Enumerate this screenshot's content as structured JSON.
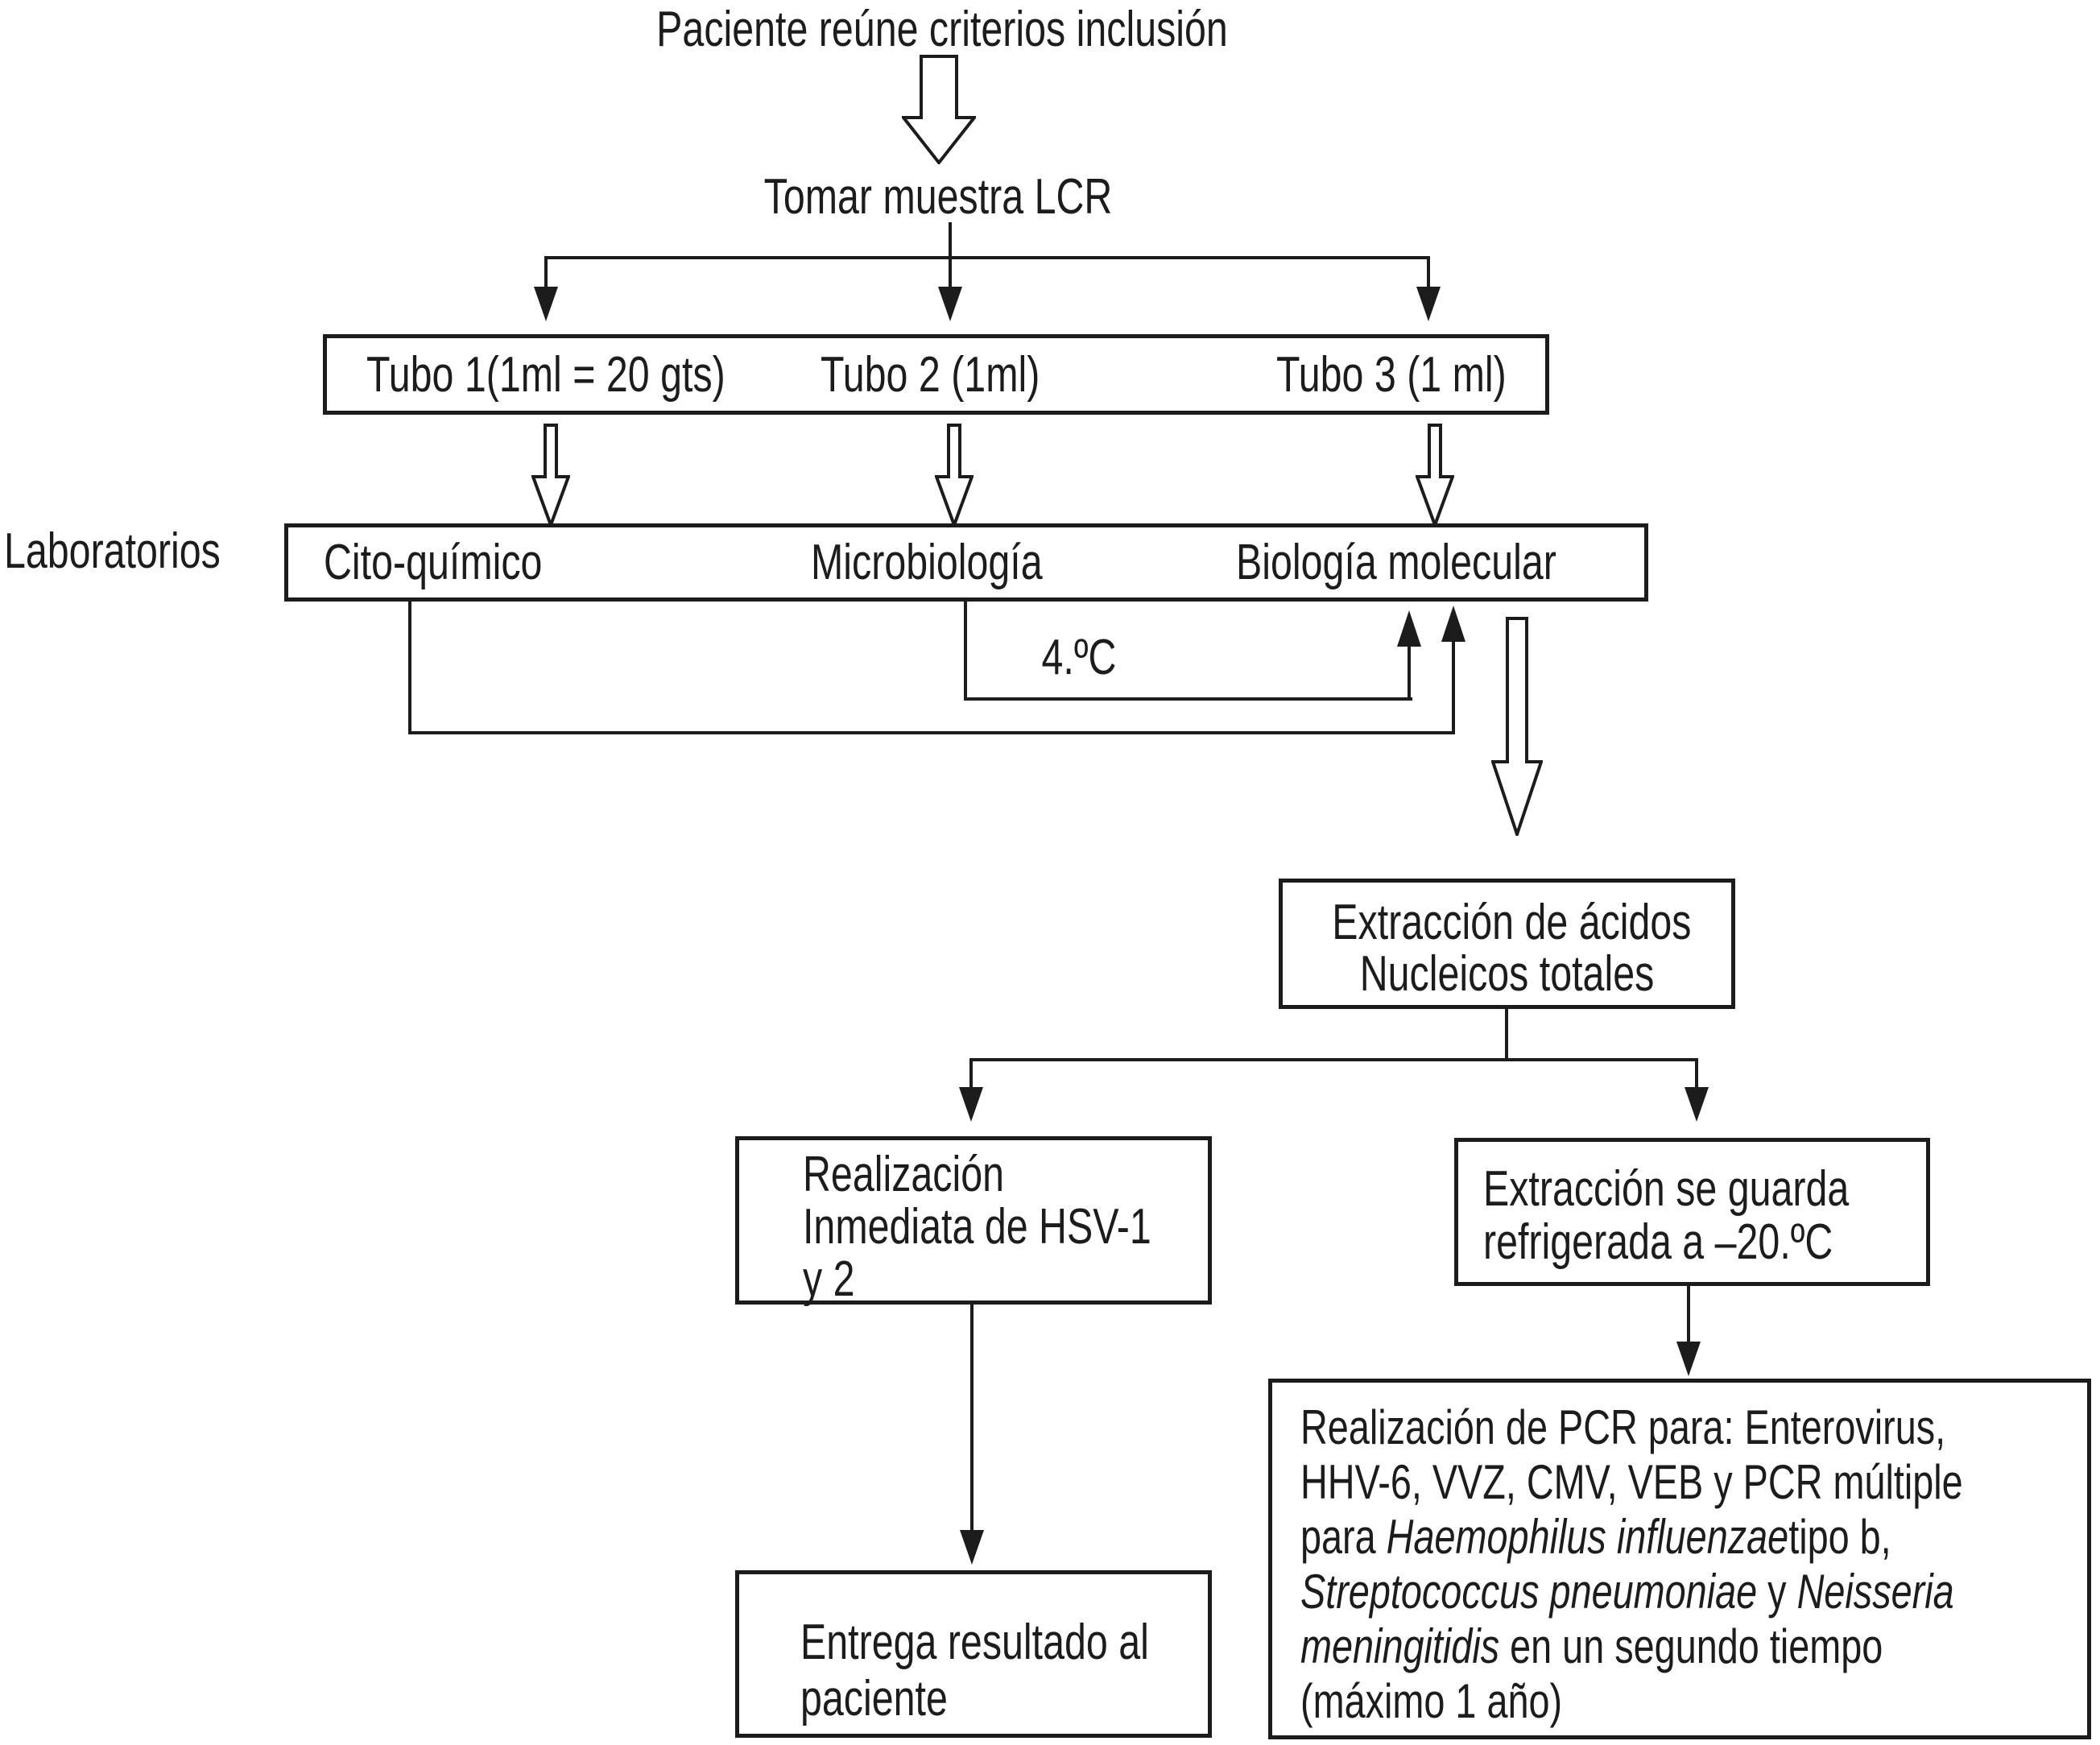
{
  "flowchart": {
    "title": "Paciente reúne criterios inclusión",
    "sample_step": "Tomar muestra LCR",
    "tubes_box": {
      "tube1": "Tubo 1(1ml = 20 gts)",
      "tube2": "Tubo 2 (1ml)",
      "tube3": "Tubo 3 (1 ml)"
    },
    "labs_row_label": "Laboratorios",
    "labs_box": {
      "lab1": "Cito-químico",
      "lab2": "Microbiología",
      "lab3": "Biología molecular"
    },
    "temp_label": "4.ºC",
    "extraction_box": {
      "line1": "Extracción de ácidos",
      "line2": "Nucleicos totales"
    },
    "hsv_box": {
      "line1": "Realización",
      "line2": "Inmediata de HSV-1",
      "line3": "y 2"
    },
    "storage_box": {
      "line1": "Extracción se guarda",
      "line2": "refrigerada a –20.ºC"
    },
    "result_box": {
      "line1": "Entrega resultado al",
      "line2": "paciente"
    },
    "pcr_box": {
      "lines": [
        [
          {
            "text": "Realización de PCR para: Enterovirus,",
            "italic": false
          }
        ],
        [
          {
            "text": "HHV-6, VVZ, CMV, VEB y PCR múltiple",
            "italic": false
          }
        ],
        [
          {
            "text": "para ",
            "italic": false
          },
          {
            "text": "Haemophilus influenzae",
            "italic": true
          },
          {
            "text": "tipo b,",
            "italic": false
          }
        ],
        [
          {
            "text": "Streptococcus pneumoniae",
            "italic": true
          },
          {
            "text": " y ",
            "italic": false
          },
          {
            "text": "Neisseria",
            "italic": true
          }
        ],
        [
          {
            "text": "meningitidis",
            "italic": true
          },
          {
            "text": " en un segundo tiempo",
            "italic": false
          }
        ],
        [
          {
            "text": "(máximo 1 año)",
            "italic": false
          }
        ]
      ]
    },
    "colors": {
      "ink": "#1c1c1c",
      "background": "#ffffff"
    }
  }
}
